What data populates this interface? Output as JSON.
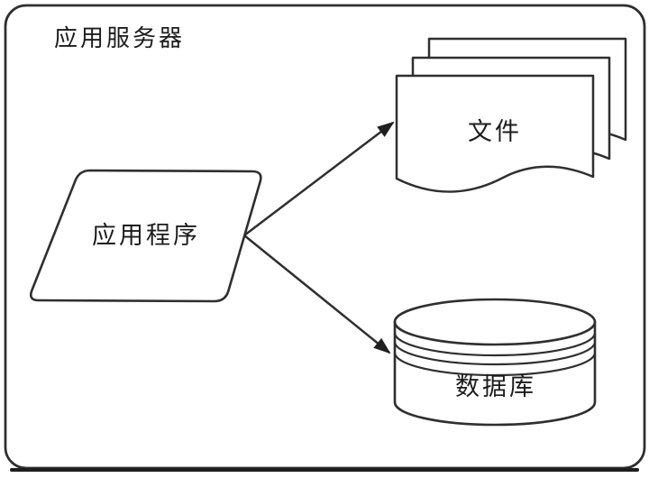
{
  "diagram": {
    "type": "architecture-sketch",
    "container": {
      "label": "应用服务器",
      "shape": "rounded-rectangle"
    },
    "nodes": {
      "application": {
        "label": "应用程序",
        "shape": "parallelogram"
      },
      "files": {
        "label": "文件",
        "shape": "document-stack",
        "sheet_count": 3
      },
      "database": {
        "label": "数据库",
        "shape": "cylinder"
      }
    },
    "edges": [
      {
        "from": "application",
        "to": "files",
        "style": "solid-arrow"
      },
      {
        "from": "application",
        "to": "database",
        "style": "solid-arrow"
      }
    ],
    "colors": {
      "stroke": "#2f2f2f",
      "arrowhead": "#1f1f1f",
      "shape_fill": "#ffffff",
      "background": "#ffffff",
      "text": "#1c1c1c"
    }
  }
}
